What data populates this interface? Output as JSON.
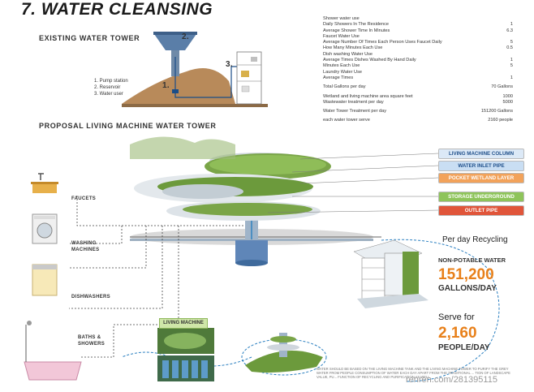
{
  "header": {
    "title": "7. WATER CLEANSING"
  },
  "existing_tower": {
    "heading": "EXISTING WATER TOWER",
    "markers": [
      "1.",
      "2.",
      "3."
    ],
    "labels": [
      "1. Pump station",
      "2. Reservoir",
      "3. Water user"
    ]
  },
  "proposal": {
    "heading": "PROPOSAL LIVING MACHINE WATER TOWER"
  },
  "stats": [
    {
      "label": "Shower water use",
      "value": ""
    },
    {
      "label": "Daily Showers In The Residence",
      "value": "1"
    },
    {
      "label": "Average Shower Time In Minutes",
      "value": "6.3"
    },
    {
      "label": "Faucet Water Use",
      "value": ""
    },
    {
      "label": "Average Number Of Times Each Person Uses Faucet Daily",
      "value": "5"
    },
    {
      "label": "How Many Minutes Each Use",
      "value": "0.5"
    },
    {
      "label": "Dish washing Water Use",
      "value": ""
    },
    {
      "label": "Average Times Dishes Washed By Hand Daily",
      "value": "1"
    },
    {
      "label": "Minutes Each Use",
      "value": "5"
    },
    {
      "label": "Laundry Water Use",
      "value": ""
    },
    {
      "label": "Average Times",
      "value": "1"
    },
    {
      "label": "",
      "value": ""
    },
    {
      "label": "Total Gallons per day",
      "value": "70 Gallons"
    },
    {
      "label": "",
      "value": ""
    },
    {
      "label": "Wetland and living machine area square feet",
      "value": "1000"
    },
    {
      "label": "Wastewater treatment per day",
      "value": "5000"
    },
    {
      "label": "",
      "value": ""
    },
    {
      "label": "Water Tower Treatment per day",
      "value": "151200 Gallons"
    },
    {
      "label": "",
      "value": ""
    },
    {
      "label": "each water tower serve",
      "value": "2160 people"
    }
  ],
  "legend": [
    {
      "label": "LIVING MACHINE COLUMN",
      "bg": "#dce9f7",
      "fg": "#1f4f8a"
    },
    {
      "label": "WATER INLET PIPE",
      "bg": "#c9def3",
      "fg": "#1f4f8a"
    },
    {
      "label": "POCKET WETLAND LAYER",
      "bg": "#f2a25a",
      "fg": "#ffffff"
    },
    {
      "label": "STORAGE UNDERGROUND",
      "bg": "#8ec45a",
      "fg": "#ffffff"
    },
    {
      "label": "OUTLET PIPE",
      "bg": "#e0553a",
      "fg": "#ffffff"
    }
  ],
  "devices": {
    "faucets": "FAUCETS",
    "washing": "WASHING MACHINES",
    "dishwashers": "DISHWASHERS",
    "baths": "BATHS & SHOWERS"
  },
  "recycling": {
    "title": "Per day Recycling",
    "non_potable": "NON-POTABLE WATER",
    "gallons_value": "151,200",
    "gallons_unit": "GALLONS/DAY",
    "serve_title": "Serve for",
    "people_value": "2,160",
    "people_unit": "PEOPLE/DAY"
  },
  "living_machine_tag": "LIVING MACHINE",
  "footnote": "WATER SHOULD BE BASED ON THE LIVING MACHINE TANK AND THE LIVING MACHINE TOWER TO PURIFY THE GREY WATER FROM PEOPLE CONSUMPTION OF WATER EACH DAY APART FROM THE TRADITIONAL ... TION OF LANDSCAPE VALUE, PU... FUNCTION OF RECYCLING AND PURIFICATION AS WELL.",
  "watermark": "renren.com/281395115",
  "colors": {
    "accent": "#e8801a",
    "pipe": "#2a7fc0",
    "greenery": "#6c9a3c"
  }
}
